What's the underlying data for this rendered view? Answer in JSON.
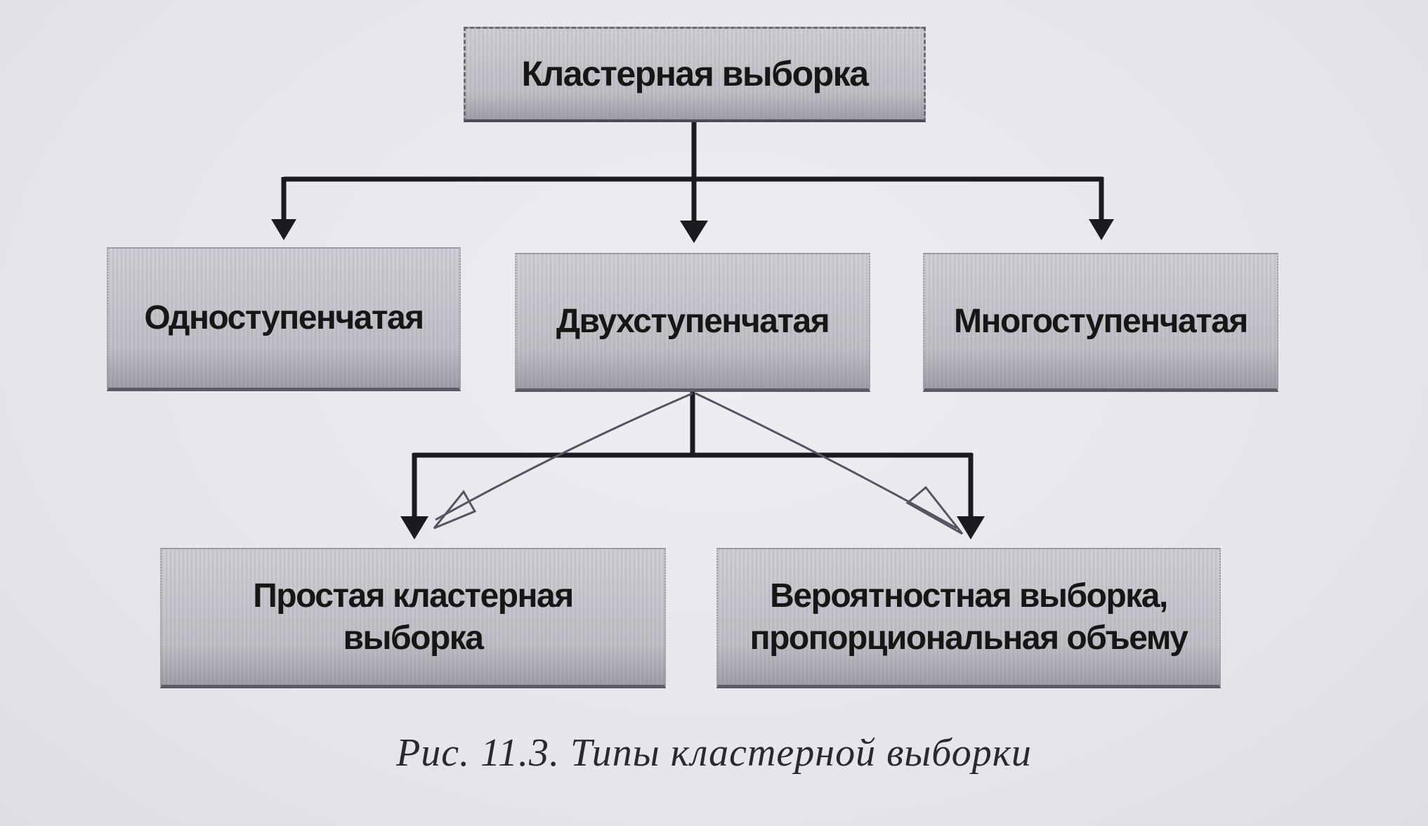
{
  "diagram": {
    "root": {
      "label": "Кластерная выборка"
    },
    "level1": [
      {
        "label": "Одноступенчатая"
      },
      {
        "label": "Двухступенчатая"
      },
      {
        "label": "Многоступенчатая"
      }
    ],
    "level2": [
      {
        "label_line1": "Простая кластерная",
        "label_line2": "выборка"
      },
      {
        "label_line1": "Вероятностная выборка,",
        "label_line2": "пропорциональная объему"
      }
    ],
    "caption": "Рис. 11.3. Типы кластерной выборки",
    "colors": {
      "line": "#1b1b1f",
      "pencil": "#555560",
      "box_fill": "#cfced4",
      "background": "#e9e8ec"
    }
  }
}
